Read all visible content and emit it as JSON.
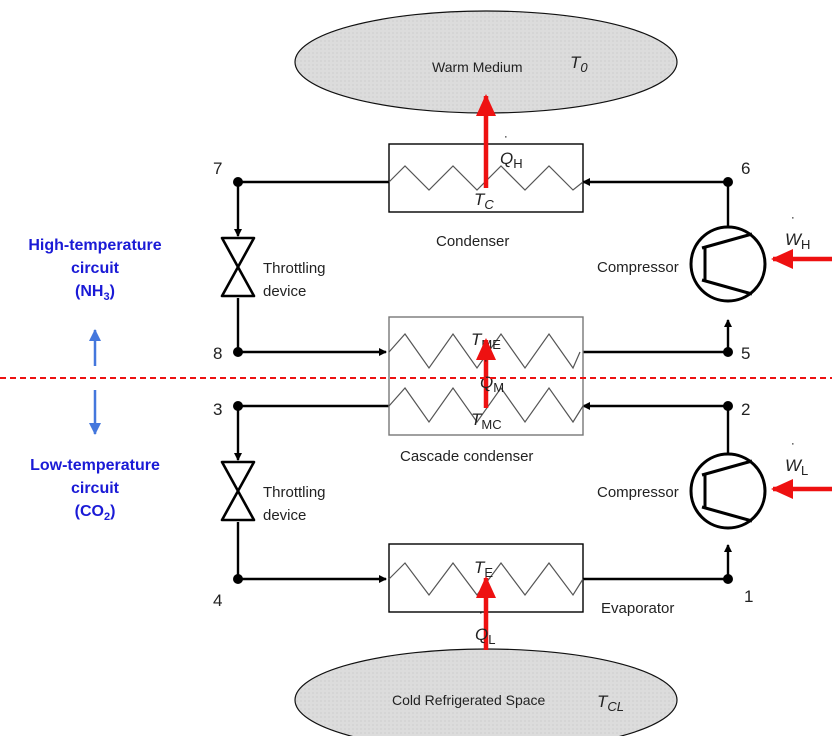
{
  "warm_medium": {
    "name": "Warm Medium",
    "temp": "T",
    "temp_sub": "0"
  },
  "cold_space": {
    "name": "Cold Refrigerated Space",
    "temp": "T",
    "temp_sub": "CL"
  },
  "condenser": {
    "label": "Condenser",
    "temp": "T",
    "temp_sub": "C"
  },
  "cascade": {
    "label": "Cascade condenser",
    "temp_top": "T",
    "temp_top_sub": "ME",
    "temp_bottom": "T",
    "temp_bottom_sub": "MC",
    "heat": "Q",
    "heat_sub": "M"
  },
  "evaporator": {
    "label": "Evaporator",
    "temp": "T",
    "temp_sub": "E"
  },
  "heat_high": {
    "symbol": "Q",
    "sub": "H"
  },
  "heat_low": {
    "symbol": "Q",
    "sub": "L"
  },
  "work_high": {
    "symbol": "W",
    "sub": "H"
  },
  "work_low": {
    "symbol": "W",
    "sub": "L"
  },
  "compressor_high": {
    "label": "Compressor"
  },
  "compressor_low": {
    "label": "Compressor"
  },
  "throttle_high": {
    "line1": "Throttling",
    "line2": "device"
  },
  "throttle_low": {
    "line1": "Throttling",
    "line2": "device"
  },
  "states": {
    "s1": "1",
    "s2": "2",
    "s3": "3",
    "s4": "4",
    "s5": "5",
    "s6": "6",
    "s7": "7",
    "s8": "8"
  },
  "high_circuit": {
    "line1": "High-temperature",
    "line2": "circuit",
    "line3_pre": "(NH",
    "line3_sub": "3",
    "line3_post": ")"
  },
  "low_circuit": {
    "line1": "Low-temperature",
    "line2": "circuit",
    "line3_pre": "(CO",
    "line3_sub": "2",
    "line3_post": ")"
  },
  "colors": {
    "heat_arrow": "#ee1111",
    "side_text": "#1a1ad6",
    "divider": "#ee1111",
    "double_arrow": "#4477dd",
    "ellipse_fill": "#dddddd"
  }
}
